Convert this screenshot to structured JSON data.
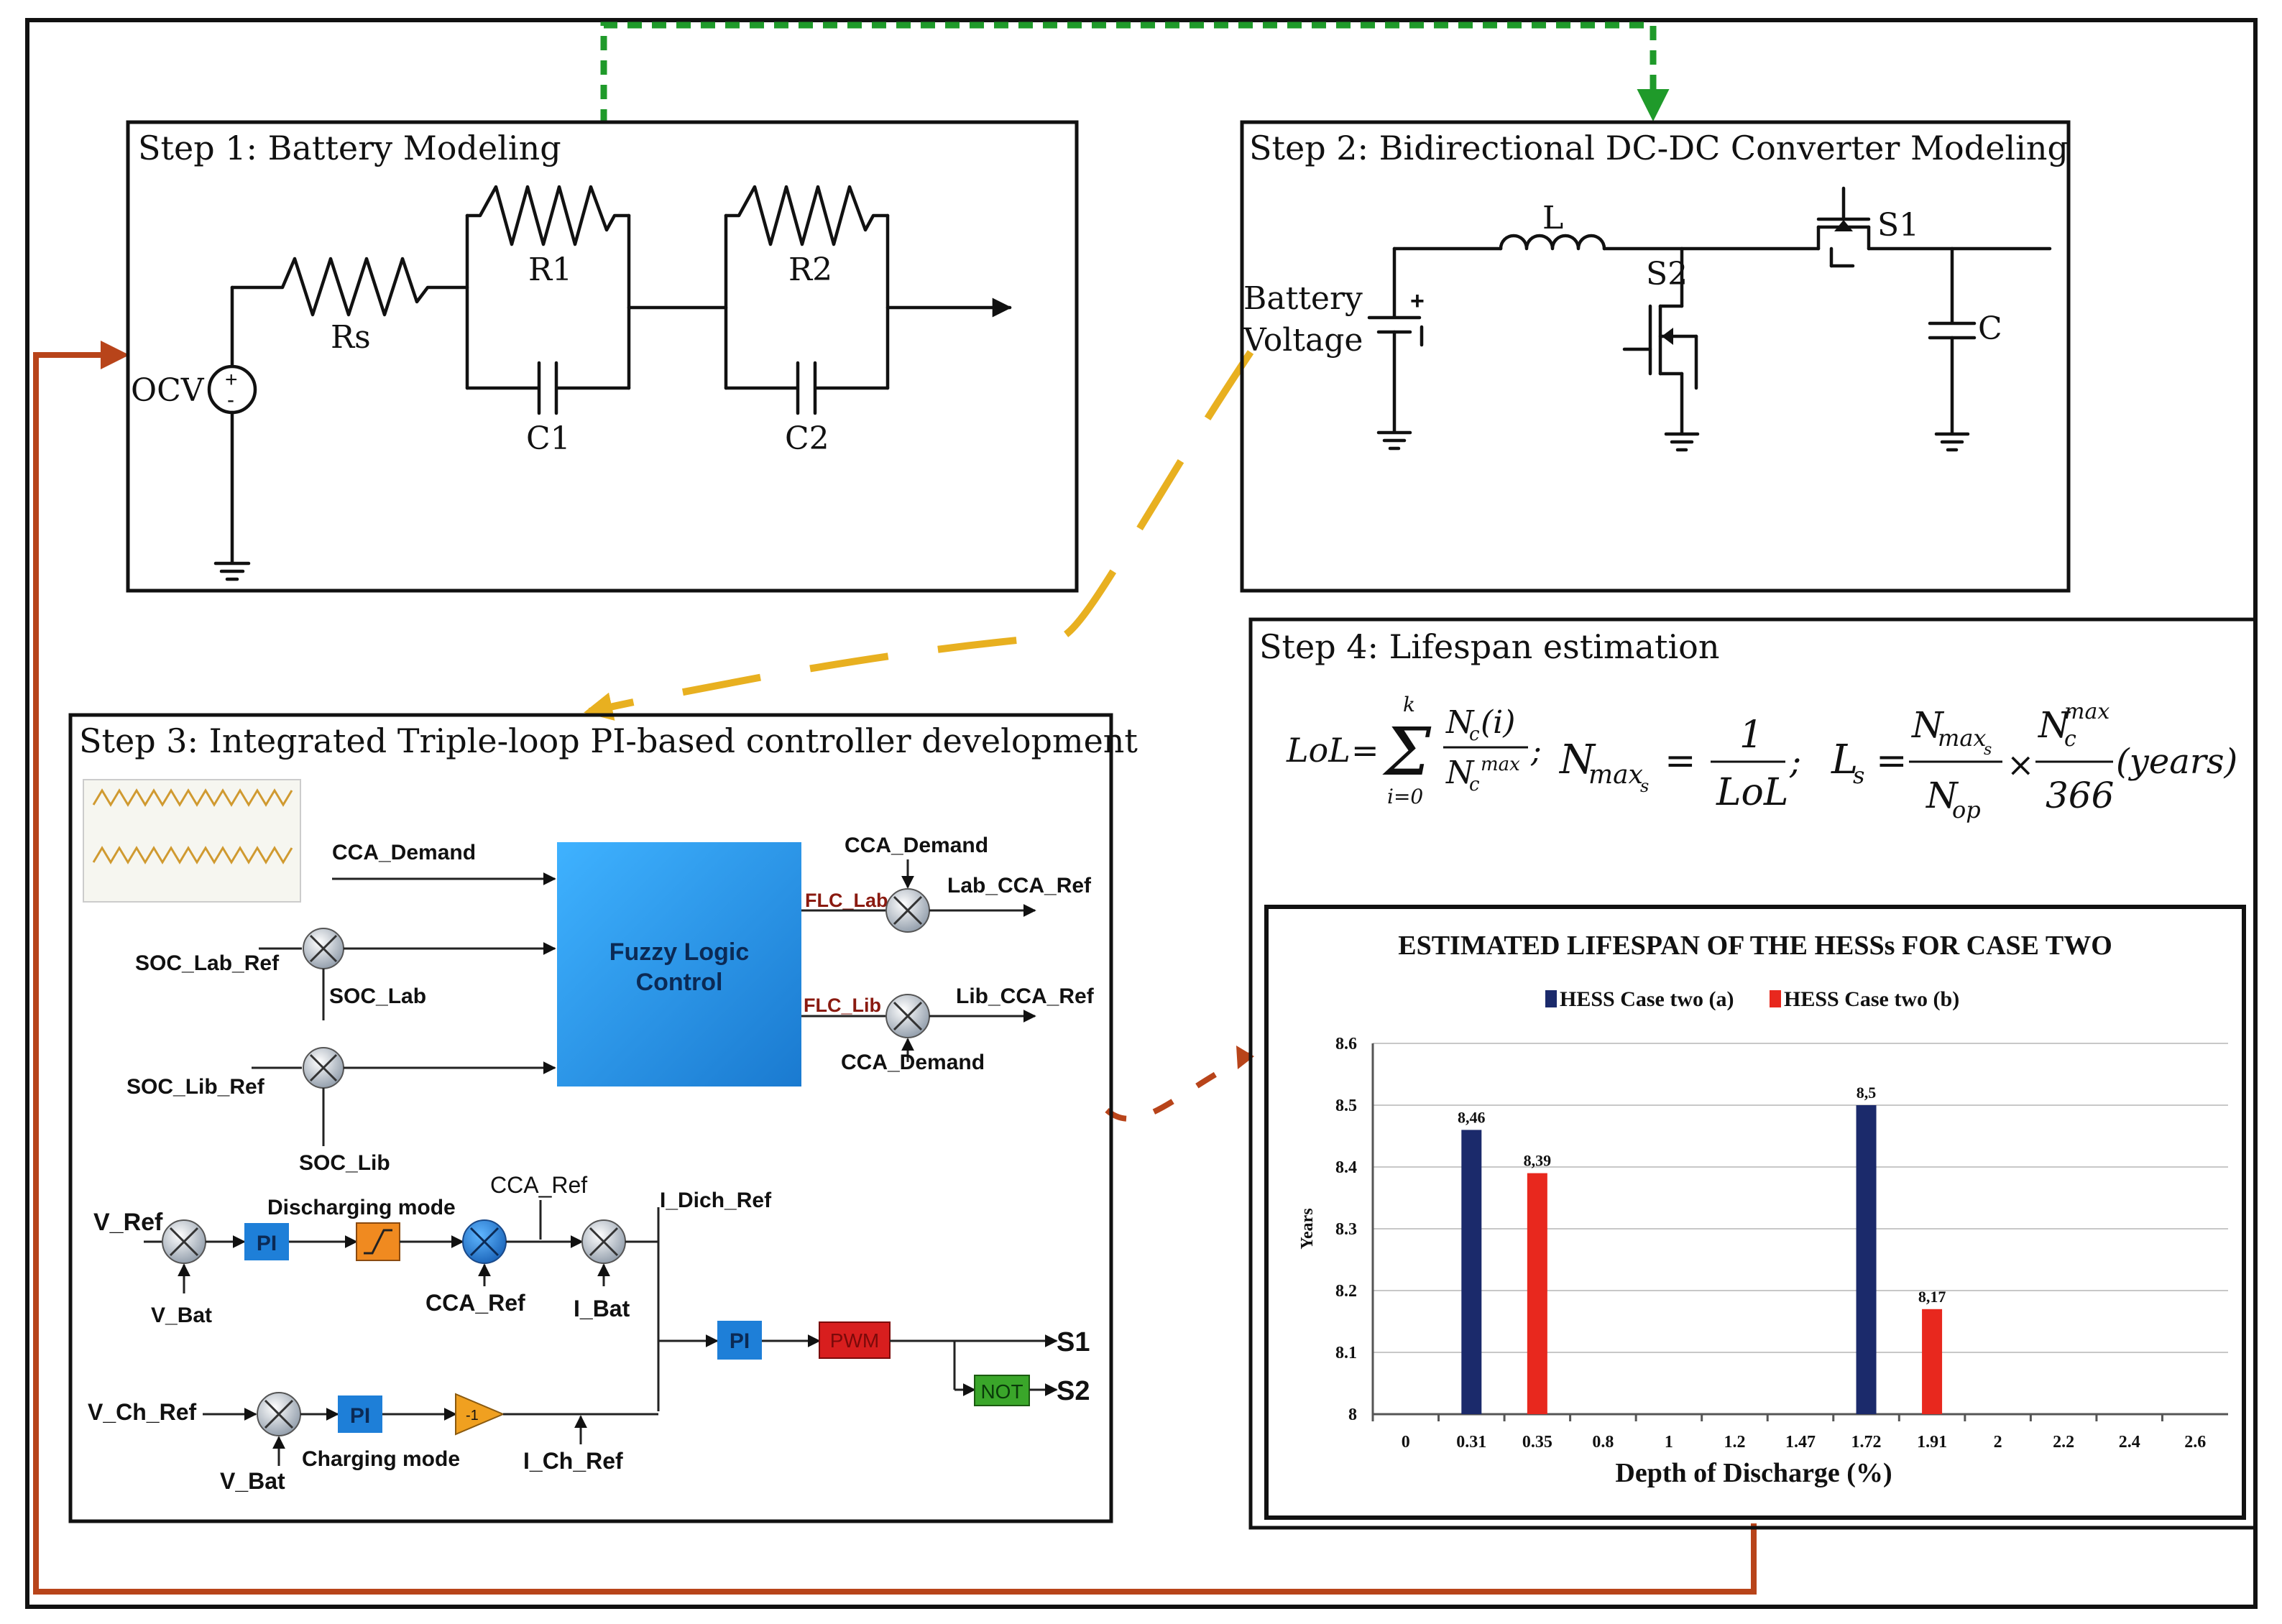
{
  "steps": {
    "step1_title": "Step 1: Battery Modeling",
    "step2_title": "Step 2: Bidirectional DC-DC Converter Modeling",
    "step3_title": "Step 3: Integrated Triple-loop PI-based controller development",
    "step4_title": "Step 4: Lifespan estimation"
  },
  "battery_model": {
    "ocv": "OCV",
    "rs": "Rs",
    "r1": "R1",
    "r2": "R2",
    "c1": "C1",
    "c2": "C2",
    "plus": "+",
    "minus": "-"
  },
  "converter": {
    "battery_line1": "Battery",
    "battery_line2": "Voltage",
    "l": "L",
    "s1": "S1",
    "s2": "S2",
    "c": "C",
    "plus": "+"
  },
  "controller": {
    "fuzzy_line1": "Fuzzy Logic",
    "fuzzy_line2": "Control",
    "cca_demand_in": "CCA_Demand",
    "soc_lab_ref": "SOC_Lab_Ref",
    "soc_lab": "SOC_Lab",
    "soc_lib_ref": "SOC_Lib_Ref",
    "soc_lib": "SOC_Lib",
    "cca_demand_top": "CCA_Demand",
    "flc_lab": "FLC_Lab",
    "lab_cca_ref": "Lab_CCA_Ref",
    "flc_lib": "FLC_Lib",
    "lib_cca_ref": "Lib_CCA_Ref",
    "cca_demand_bottom": "CCA_Demand",
    "v_ref": "V_Ref",
    "v_bat_1": "V_Bat",
    "pi_1": "PI",
    "discharging_mode": "Discharging mode",
    "cca_ref_top": "CCA_Ref",
    "cca_ref_bottom": "CCA_Ref",
    "i_bat": "I_Bat",
    "i_dich_ref": "I_Dich_Ref",
    "pi_2": "PI",
    "pwm": "PWM",
    "s1_out": "S1",
    "not": "NOT",
    "s2_out": "S2",
    "v_ch_ref": "V_Ch_Ref",
    "v_bat_2": "V_Bat",
    "pi_3": "PI",
    "gain": "-1",
    "charging_mode": "Charging mode",
    "i_ch_ref": "I_Ch_Ref"
  },
  "formula": {
    "lol": "LoL",
    "eq": "=",
    "sum_top": "k",
    "sum_bottom": "i=0",
    "nc_i": "N",
    "nc_i_sub": "c",
    "nc_i_arg": "(i)",
    "nc_max": "N",
    "nc_max_sub": "c",
    "nc_max_sup": "max",
    "nmax": "N",
    "nmax_sub": "max",
    "nmax_subsub": "s",
    "one": "1",
    "ls": "L",
    "ls_sub": "s",
    "nop": "N",
    "nop_sub": "op",
    "times": "×",
    "days": "366",
    "years": "(years)",
    "semi": ";"
  },
  "colors": {
    "series_a": "#1b2a6b",
    "series_b": "#e8281e",
    "fuzzy": "#1e8fe0",
    "pi": "#1e7fd8",
    "pwm": "#d81e1e",
    "not": "#3aa62a",
    "saturation": "#f08a20",
    "gain": "#f0a020",
    "feedback_arrow": "#b8441a",
    "green_arrow": "#1f9a2a",
    "yellow_arrow": "#e8b020"
  },
  "chart_data": {
    "type": "bar",
    "title": "ESTIMATED LIFESPAN OF THE HESSs FOR CASE TWO",
    "xlabel": "Depth of Discharge (%)",
    "ylabel": "Years",
    "categories": [
      "0",
      "0.31",
      "0.35",
      "0.8",
      "1",
      "1.2",
      "1.47",
      "1.72",
      "1.91",
      "2",
      "2.2",
      "2.4",
      "2.6"
    ],
    "ylim": [
      8,
      8.6
    ],
    "yticks": [
      "8",
      "8.1",
      "8.2",
      "8.3",
      "8.4",
      "8.5",
      "8.6"
    ],
    "grid": true,
    "legend": "top",
    "series": [
      {
        "name": "HESS Case two (a)",
        "points": [
          {
            "category": "0.31",
            "value": 8.46,
            "label": "8,46"
          },
          {
            "category": "1.72",
            "value": 8.5,
            "label": "8,5"
          }
        ]
      },
      {
        "name": "HESS Case two (b)",
        "points": [
          {
            "category": "0.35",
            "value": 8.39,
            "label": "8,39"
          },
          {
            "category": "1.91",
            "value": 8.17,
            "label": "8,17"
          }
        ]
      }
    ]
  }
}
